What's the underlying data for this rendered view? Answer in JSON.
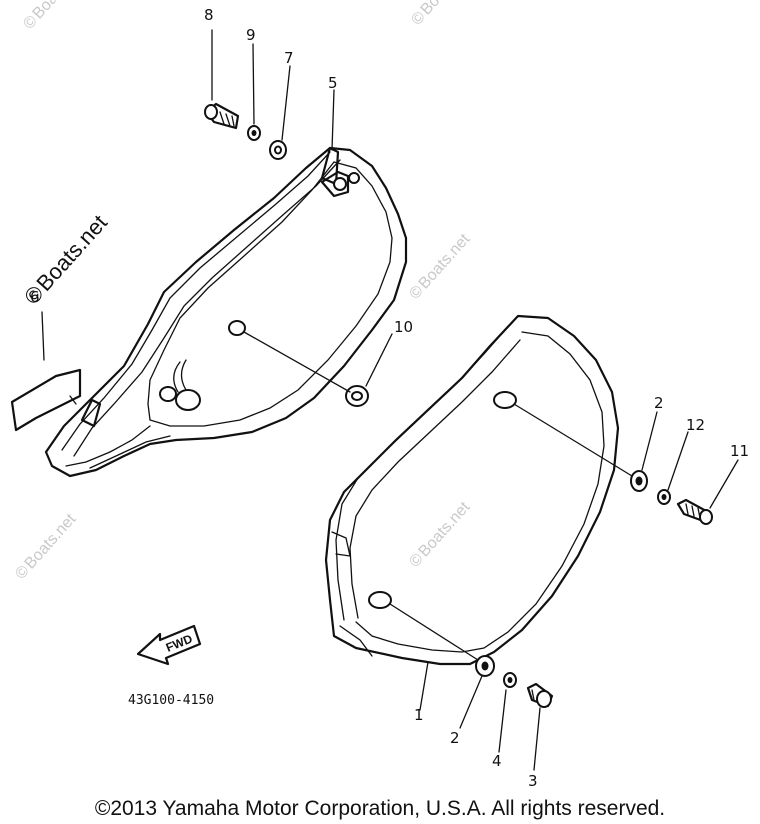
{
  "diagram": {
    "watermark": "Boats.net",
    "watermark_symbol": "©",
    "drawing_code": "43G100-4150",
    "direction_label": "FWD",
    "copyright": "©2013 Yamaha Motor Corporation, U.S.A. All rights reserved.",
    "callouts": [
      "8",
      "9",
      "7",
      "5",
      "6",
      "10",
      "2",
      "12",
      "11",
      "1",
      "2",
      "4",
      "3"
    ],
    "icons": [
      "fwd-arrow-icon",
      "bolt-icon",
      "washer-icon",
      "grommet-icon",
      "copyright-icon"
    ]
  }
}
